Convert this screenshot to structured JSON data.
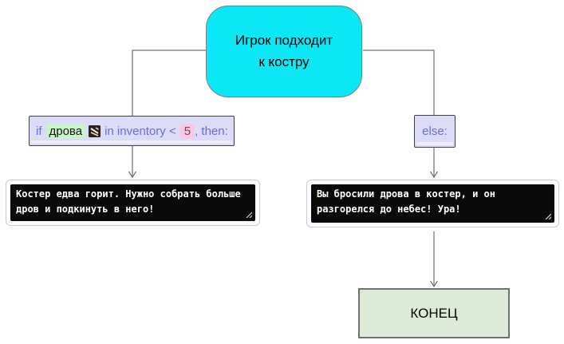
{
  "diagram": {
    "start_node": {
      "label": "Игрок подходит\nк костру"
    },
    "condition": {
      "if_text": "if",
      "item_name": "дрова",
      "item_icon": "firewood-sticks-icon",
      "middle_text": "in inventory <",
      "threshold": "5",
      "then_text": ", then:"
    },
    "else_label": "else:",
    "left_output": "Костер едва горит. Нужно собрать больше\nдров и подкинуть в него!",
    "right_output": "Вы бросили дрова в костер, и он\nразгорелся до небес! Ура!",
    "end_label": "КОНЕЦ"
  },
  "colors": {
    "start_node_fill": "#0ce7f5",
    "condition_fill": "#dcdcf8",
    "condition_text": "#6c6cd9",
    "item_highlight": "#c9f3c9",
    "threshold_highlight": "#f8c9e3",
    "threshold_text": "#8c3c68",
    "console_background": "#0a0a0a",
    "console_text": "#ffffff",
    "end_node_fill": "#dcead7",
    "connector": "#6f6f6f"
  }
}
